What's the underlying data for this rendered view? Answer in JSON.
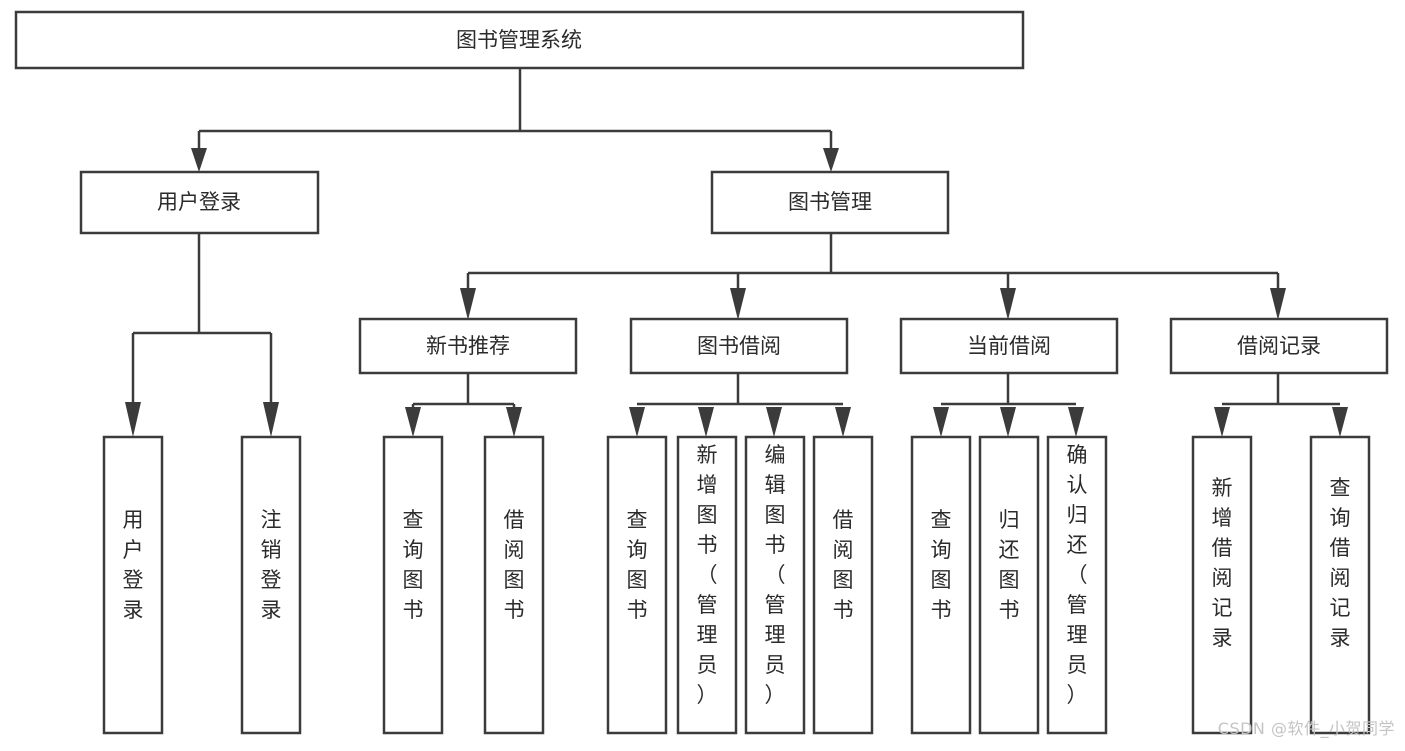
{
  "diagram": {
    "type": "tree-hierarchy",
    "title": "图书管理系统",
    "root": {
      "id": "root",
      "label": "图书管理系统"
    },
    "level1": [
      {
        "id": "user-login",
        "label": "用户登录"
      },
      {
        "id": "book-manage",
        "label": "图书管理"
      }
    ],
    "level2": [
      {
        "id": "new-book-recommend",
        "label": "新书推荐",
        "parent": "book-manage"
      },
      {
        "id": "book-borrow",
        "label": "图书借阅",
        "parent": "book-manage"
      },
      {
        "id": "current-borrow",
        "label": "当前借阅",
        "parent": "book-manage"
      },
      {
        "id": "borrow-record",
        "label": "借阅记录",
        "parent": "book-manage"
      }
    ],
    "leaves": [
      {
        "id": "leaf-user-login",
        "label": "用户登录",
        "parent": "user-login",
        "chars": [
          "用",
          "户",
          "登",
          "录"
        ]
      },
      {
        "id": "leaf-logout",
        "label": "注销登录",
        "parent": "user-login",
        "chars": [
          "注",
          "销",
          "登",
          "录"
        ]
      },
      {
        "id": "leaf-query-book-1",
        "label": "查询图书",
        "parent": "new-book-recommend",
        "chars": [
          "查",
          "询",
          "图",
          "书"
        ]
      },
      {
        "id": "leaf-borrow-book-1",
        "label": "借阅图书",
        "parent": "new-book-recommend",
        "chars": [
          "借",
          "阅",
          "图",
          "书"
        ]
      },
      {
        "id": "leaf-query-book-2",
        "label": "查询图书",
        "parent": "book-borrow",
        "chars": [
          "查",
          "询",
          "图",
          "书"
        ]
      },
      {
        "id": "leaf-add-book",
        "label": "新增图书（管理员）",
        "parent": "book-borrow",
        "chars": [
          "新",
          "增",
          "图",
          "书",
          "（",
          "管",
          "理",
          "员",
          "）"
        ]
      },
      {
        "id": "leaf-edit-book",
        "label": "编辑图书（管理员）",
        "parent": "book-borrow",
        "chars": [
          "编",
          "辑",
          "图",
          "书",
          "（",
          "管",
          "理",
          "员",
          "）"
        ]
      },
      {
        "id": "leaf-borrow-book-2",
        "label": "借阅图书",
        "parent": "book-borrow",
        "chars": [
          "借",
          "阅",
          "图",
          "书"
        ]
      },
      {
        "id": "leaf-query-book-3",
        "label": "查询图书",
        "parent": "current-borrow",
        "chars": [
          "查",
          "询",
          "图",
          "书"
        ]
      },
      {
        "id": "leaf-return-book",
        "label": "归还图书",
        "parent": "current-borrow",
        "chars": [
          "归",
          "还",
          "图",
          "书"
        ]
      },
      {
        "id": "leaf-confirm-return",
        "label": "确认归还（管理员）",
        "parent": "current-borrow",
        "chars": [
          "确",
          "认",
          "归",
          "还",
          "（",
          "管",
          "理",
          "员",
          "）"
        ]
      },
      {
        "id": "leaf-add-record",
        "label": "新增借阅记录",
        "parent": "borrow-record",
        "chars": [
          "新",
          "增",
          "借",
          "阅",
          "记",
          "录"
        ]
      },
      {
        "id": "leaf-query-record",
        "label": "查询借阅记录",
        "parent": "borrow-record",
        "chars": [
          "查",
          "询",
          "借",
          "阅",
          "记",
          "录"
        ]
      }
    ],
    "colors": {
      "border": "#3b3b3b",
      "background": "#ffffff",
      "text": "#2b2b2b",
      "watermark": "#c4c4c4"
    }
  },
  "watermark": {
    "text": "CSDN @软件_小贺同学"
  }
}
